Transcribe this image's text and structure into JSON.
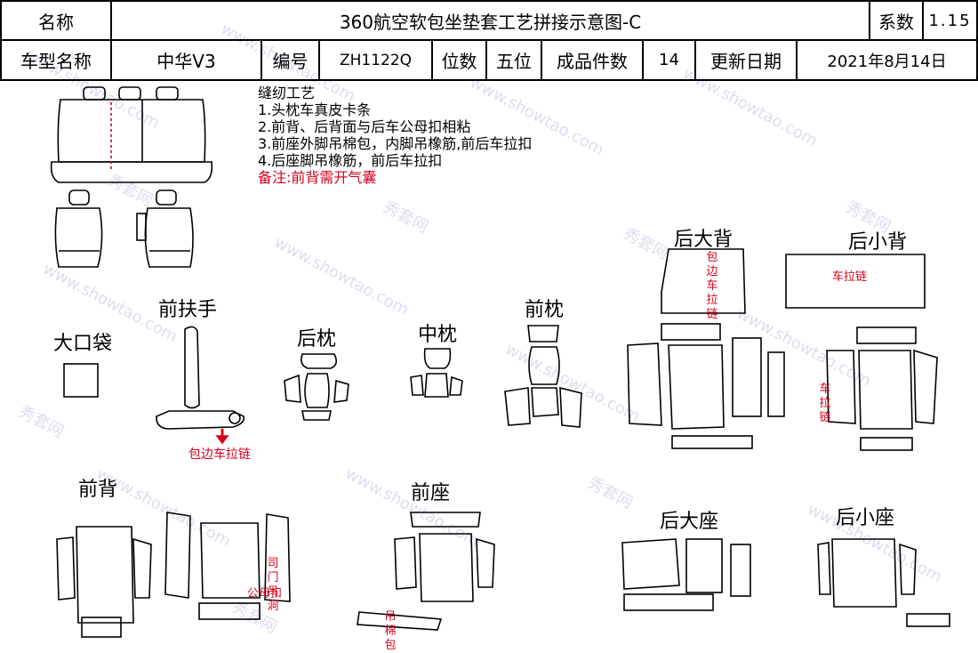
{
  "header": {
    "name_label": "名称",
    "title": "360航空软包坐垫套工艺拼接示意图-C",
    "coef_label": "系数",
    "coef_value": "1.15",
    "model_label": "车型名称",
    "model_value": "中华V3",
    "code_label": "编号",
    "code_value": "ZH1122Q",
    "seats_label": "位数",
    "seats_value": "五位",
    "pieces_label": "成品件数",
    "pieces_value": "14",
    "date_label": "更新日期",
    "date_value": "2021年8月14日"
  },
  "notes": {
    "heading": "缝纫工艺",
    "items": [
      "1.头枕车真皮卡条",
      "2.前背、后背面与后车公母扣相粘",
      "3.前座外脚吊棉包，内脚吊橡筋,前后车拉扣",
      "4.后座脚吊橡筋，前后车拉扣"
    ],
    "remark": "备注:前背需开气囊"
  },
  "parts": {
    "big_pocket": "大口袋",
    "front_armrest": "前扶手",
    "rear_pillow": "后枕",
    "mid_pillow": "中枕",
    "front_pillow": "前枕",
    "rear_big_back": "后大背",
    "rear_small_back": "后小背",
    "front_back": "前背",
    "front_seat": "前座",
    "rear_big_seat": "后大座",
    "rear_small_seat": "后小座"
  },
  "annotations": {
    "armrest_note": "包边车拉链",
    "big_back_note": "包边车拉链",
    "small_back_zip1": "车拉链",
    "small_back_zip2": "车拉链",
    "front_back_note1": "司门吊洞",
    "front_back_note2": "公母扣",
    "front_seat_note": "吊棉包"
  },
  "watermark": {
    "text1": "www.showtao.com",
    "text2": "秀套网"
  }
}
